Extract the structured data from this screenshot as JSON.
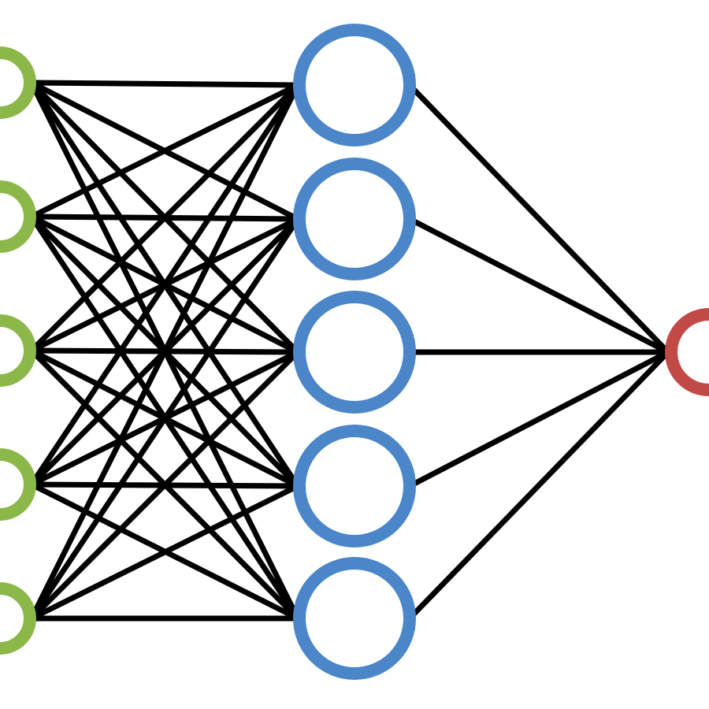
{
  "network": {
    "layers": [
      {
        "name": "input",
        "node_count": 5,
        "color": "#8cb84a"
      },
      {
        "name": "hidden",
        "node_count": 5,
        "color": "#4a86c8"
      },
      {
        "name": "output",
        "node_count": 1,
        "color": "#c24a46"
      }
    ],
    "edge_color": "#000000",
    "connectivity": "fully-connected"
  }
}
